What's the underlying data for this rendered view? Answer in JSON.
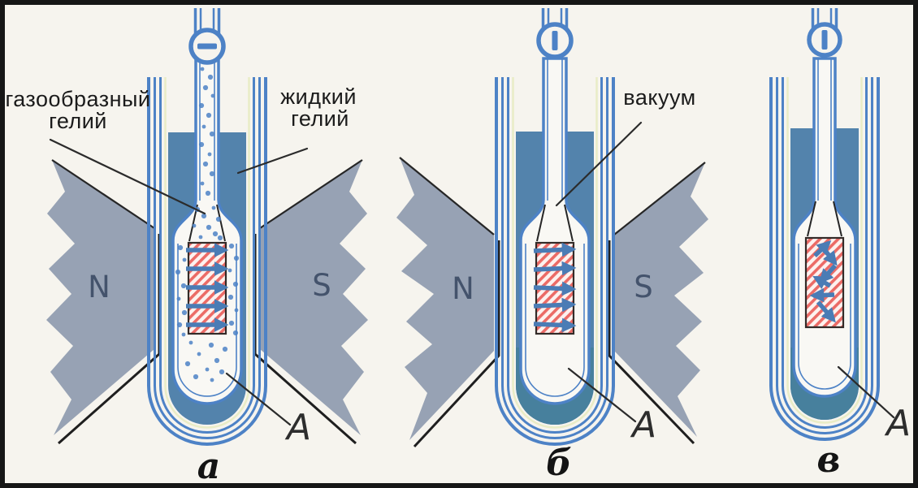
{
  "figure": {
    "description": "demagnetization-cooling-experiment-three-stages",
    "background": "#f6f4ee",
    "frame_color": "#161616"
  },
  "labels": {
    "gas_helium": {
      "line1": "газообразный",
      "line2": "гелий"
    },
    "liquid_helium": {
      "line1": "жидкий",
      "line2": "гелий"
    },
    "vacuum": "вакуум"
  },
  "colors": {
    "blue": "#4d82c6",
    "liquid": "#5383ac",
    "liquid_deep": "#47809d",
    "accent_yellow": "#e9ecc6",
    "magnet": "#97a2b4",
    "magnet_letter": "#3e4d66",
    "sample_red": "#e8544e",
    "sample_bg": "#fdf2ef",
    "arrow": "#4a7cb5",
    "ink": "#262626"
  },
  "panels": [
    {
      "caption": "а",
      "magnet_left": "N",
      "magnet_right": "S",
      "point_label": "А",
      "valve_state": "open",
      "sample_arrows": [
        [
          -26,
          -47,
          22,
          -47
        ],
        [
          -26,
          -24,
          22,
          -24
        ],
        [
          -26,
          -1,
          22,
          -1
        ],
        [
          -26,
          22,
          22,
          22
        ],
        [
          -26,
          45,
          22,
          45
        ]
      ],
      "gas_dots": [
        [
          -6,
          85
        ],
        [
          4,
          95
        ],
        [
          -2,
          108
        ],
        [
          7,
          118
        ],
        [
          -7,
          130
        ],
        [
          2,
          142
        ],
        [
          -4,
          156
        ],
        [
          6,
          165
        ],
        [
          -7,
          178
        ],
        [
          3,
          190
        ],
        [
          -2,
          202
        ],
        [
          6,
          214
        ],
        [
          -6,
          226
        ],
        [
          1,
          238
        ],
        [
          -12,
          258
        ],
        [
          8,
          256
        ],
        [
          -4,
          266
        ],
        [
          14,
          270
        ],
        [
          -16,
          278
        ],
        [
          2,
          280
        ],
        [
          10,
          288
        ],
        [
          -8,
          292
        ],
        [
          16,
          293
        ],
        [
          -33,
          305
        ],
        [
          -28,
          320
        ],
        [
          -36,
          335
        ],
        [
          -29,
          352
        ],
        [
          -35,
          368
        ],
        [
          -28,
          385
        ],
        [
          -34,
          400
        ],
        [
          -29,
          412
        ],
        [
          30,
          303
        ],
        [
          36,
          318
        ],
        [
          28,
          333
        ],
        [
          35,
          350
        ],
        [
          29,
          366
        ],
        [
          36,
          382
        ],
        [
          30,
          398
        ],
        [
          35,
          410
        ],
        [
          -20,
          422
        ],
        [
          5,
          425
        ],
        [
          22,
          430
        ],
        [
          -10,
          436
        ],
        [
          12,
          444
        ],
        [
          -24,
          448
        ],
        [
          0,
          455
        ],
        [
          18,
          458
        ],
        [
          -14,
          464
        ],
        [
          6,
          468
        ]
      ]
    },
    {
      "caption": "б",
      "magnet_left": "N",
      "magnet_right": "S",
      "point_label": "А",
      "valve_state": "closed",
      "sample_arrows": [
        [
          -26,
          -46,
          22,
          -48
        ],
        [
          -26,
          -23,
          22,
          -25
        ],
        [
          -26,
          -1,
          22,
          1
        ],
        [
          -26,
          22,
          22,
          20
        ],
        [
          -26,
          44,
          22,
          46
        ]
      ]
    },
    {
      "caption": "в",
      "point_label": "А",
      "valve_state": "closed",
      "sample_arrows": [
        [
          -12,
          -33,
          5,
          -49
        ],
        [
          -2,
          -43,
          13,
          -24
        ],
        [
          13,
          -21,
          -4,
          -2
        ],
        [
          7,
          4,
          -11,
          -6
        ],
        [
          12,
          15,
          -14,
          16
        ],
        [
          -8,
          24,
          11,
          46
        ]
      ]
    }
  ]
}
